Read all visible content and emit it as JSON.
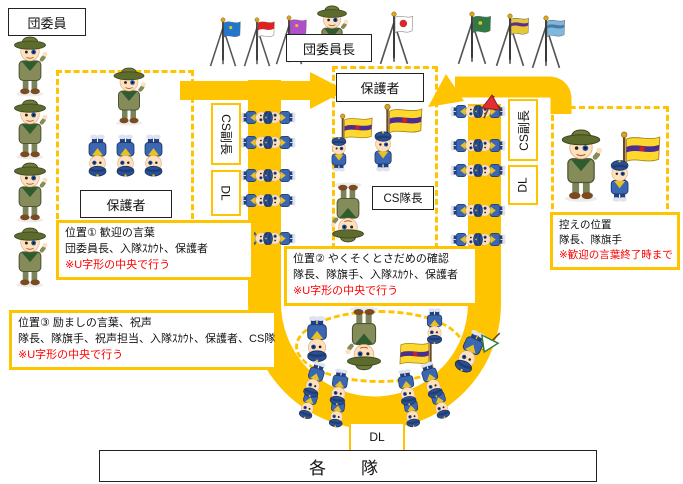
{
  "colors": {
    "path_yellow": "#FFC400",
    "note_border_yellow": "#FFC400",
    "warning_red": "#FF0000",
    "label_border_black": "#222222"
  },
  "top": {
    "dan_iin": "団委員",
    "dan_iincho": "団委員長"
  },
  "left_group": {
    "hogosha": "保護者"
  },
  "center_group": {
    "hogosha": "保護者",
    "cs_taicho": "CS隊長"
  },
  "side_labels": {
    "cs_fukucho_left": "CS副長",
    "dl_left": "DL",
    "cs_fukucho_right": "CS副長",
    "dl_right": "DL"
  },
  "bottom": {
    "dl": "DL",
    "kaku_tai": "各　隊"
  },
  "notes": {
    "pos1": {
      "l1": "位置① 歓迎の言葉",
      "l2": "団委員長、入隊ｽｶｳﾄ、保護者",
      "l3": "※U字形の中央で行う"
    },
    "pos2": {
      "l1": "位置② やくそくとさだめの確認",
      "l2": "隊長、隊旗手、入隊ｽｶｳﾄ、保護者",
      "l3": "※U字形の中央で行う"
    },
    "pos3": {
      "l1": "位置③ 励ましの言葉、祝声",
      "l2": "隊長、隊旗手、祝声担当、入隊ｽｶｳﾄ、保護者、CS隊",
      "l3": "※U字形の中央で行う"
    },
    "waiting": {
      "l1": "控えの位置",
      "l2": "隊長、隊旗手",
      "l3": "※歓迎の言葉終了時まで"
    }
  }
}
